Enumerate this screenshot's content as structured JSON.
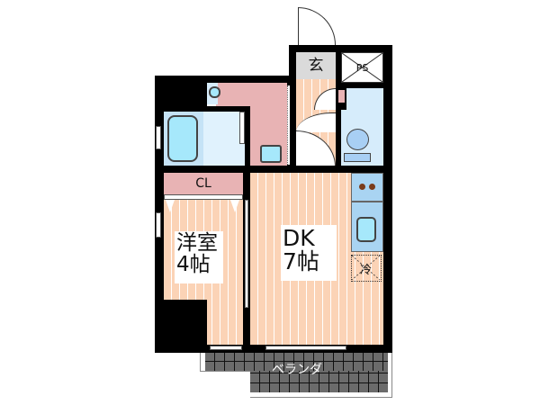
{
  "floorplan": {
    "rooms": {
      "entrance": {
        "label": "玄"
      },
      "pipe_space": {
        "label": "PS"
      },
      "closet": {
        "label": "CL"
      },
      "western_room": {
        "label_line1": "洋室",
        "label_line2": "4帖"
      },
      "dining_kitchen": {
        "label_line1": "DK",
        "label_line2": "7帖"
      },
      "balcony": {
        "label": "ベランダ"
      },
      "fridge_space": {
        "label": "冷"
      }
    },
    "colors": {
      "wall": "#000000",
      "floor": "#fbd3b6",
      "wet_area": "#d6ecfb",
      "washroom": "#e8b3b4",
      "fixture": "#a6e8fb",
      "entrance": "#dadada",
      "balcony": "#6b6b6b"
    }
  }
}
